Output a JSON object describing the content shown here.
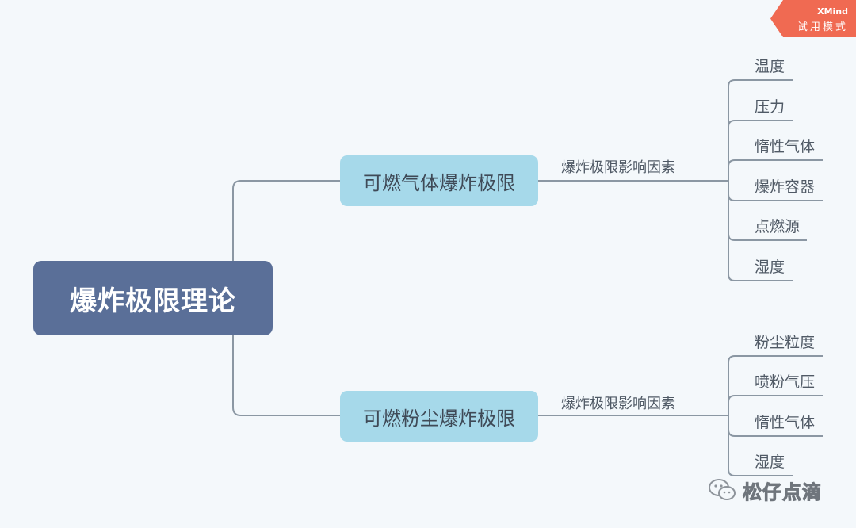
{
  "root": {
    "label": "爆炸极限理论"
  },
  "branches": [
    {
      "label": "可燃气体爆炸极限",
      "factor_label": "爆炸极限影响因素",
      "factors": [
        "温度",
        "压力",
        "惰性气体",
        "爆炸容器",
        "点燃源",
        "湿度"
      ]
    },
    {
      "label": "可燃粉尘爆炸极限",
      "factor_label": "爆炸极限影响因素",
      "factors": [
        "粉尘粒度",
        "喷粉气压",
        "惰性气体",
        "湿度"
      ]
    }
  ],
  "trial_badge": {
    "brand": "XMind",
    "text": "试用模式"
  },
  "watermark": {
    "text": "松仔点滴",
    "icon": "wechat-icon"
  },
  "colors": {
    "background": "#f4f8fb",
    "root_fill": "#5a6f98",
    "branch_fill": "#a6d9ea",
    "connector": "#8b97a3",
    "badge": "#f06a52"
  }
}
